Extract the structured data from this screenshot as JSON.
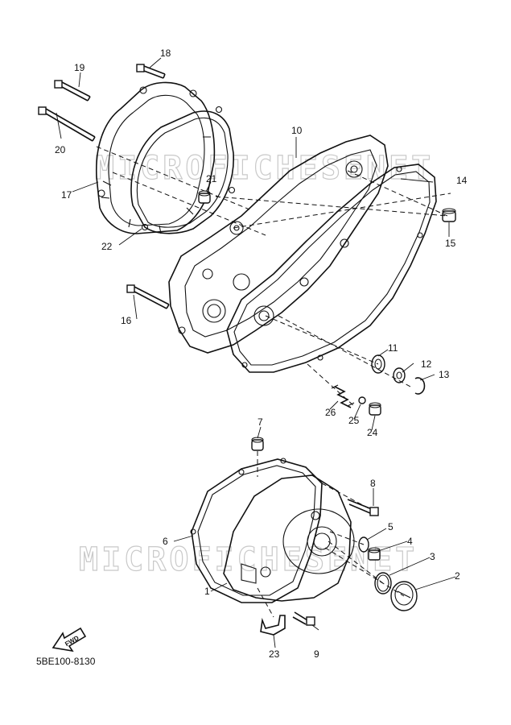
{
  "diagram_code": "5BE100-8130",
  "fwd_label": "FWD",
  "watermark": "MICROFICHESENET",
  "callouts": [
    "1",
    "2",
    "3",
    "4",
    "5",
    "6",
    "7",
    "8",
    "9",
    "10",
    "11",
    "12",
    "13",
    "14",
    "15",
    "16",
    "17",
    "18",
    "19",
    "20",
    "21",
    "22",
    "23",
    "24",
    "25",
    "26"
  ]
}
